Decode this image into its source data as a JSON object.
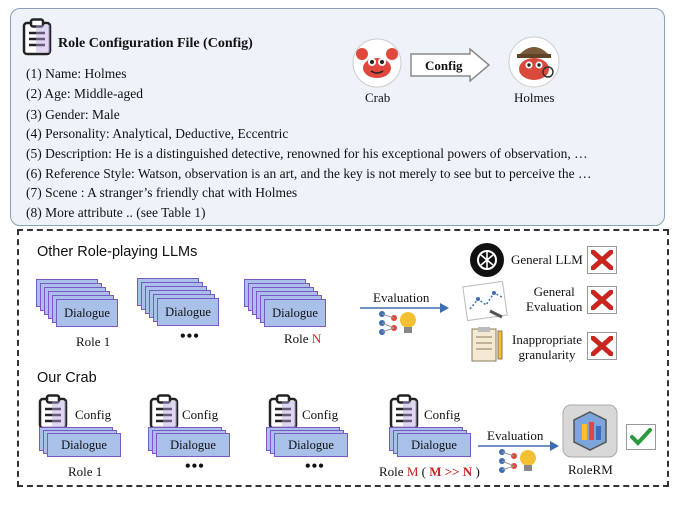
{
  "config": {
    "title": "Role Configuration  File (Config)",
    "lines": [
      "(1) Name:  Holmes",
      "(2) Age:     Middle-aged",
      "(3) Gender: Male",
      "(4) Personality: Analytical, Deductive, Eccentric",
      "(5) Description: He is a distinguished detective, renowned for his exceptional powers of observation, …",
      "(6) Reference Style: Watson, observation is an art, and the key is not merely to see but to perceive the …",
      "(7) Scene : A stranger’s friendly chat with Holmes",
      "(8) More attribute .. (see Table 1)"
    ],
    "crab_label": "Crab",
    "arrow_label": "Config",
    "holmes_label": "Holmes"
  },
  "other": {
    "title": "Other Role-playing LLMs",
    "dialogue_label": "Dialogue",
    "role1": "Role 1",
    "dots": "•••",
    "roleN_prefix": "Role ",
    "roleN_var": "N",
    "evaluation": "Evaluation",
    "general_llm": "General LLM",
    "general_eval_1": "General",
    "general_eval_2": "Evaluation",
    "inapp_1": "Inappropriate",
    "inapp_2": "granularity"
  },
  "crab": {
    "title": "Our Crab",
    "config_label": "Config",
    "dialogue_label": "Dialogue",
    "role1": "Role 1",
    "dots": "•••",
    "roleM_prefix": "Role ",
    "roleM_var": "M",
    "roleM_paren_open": " ( ",
    "roleM_cmp": "M >> N",
    "roleM_paren_close": " )",
    "evaluation": "Evaluation",
    "rolerm": "RoleRM"
  },
  "colors": {
    "panel_bg": "#eef3f9",
    "card_fill": "#a9c1e8",
    "card_border": "#7a58c9",
    "cross": "#c8261f",
    "check": "#2a9a3c"
  }
}
